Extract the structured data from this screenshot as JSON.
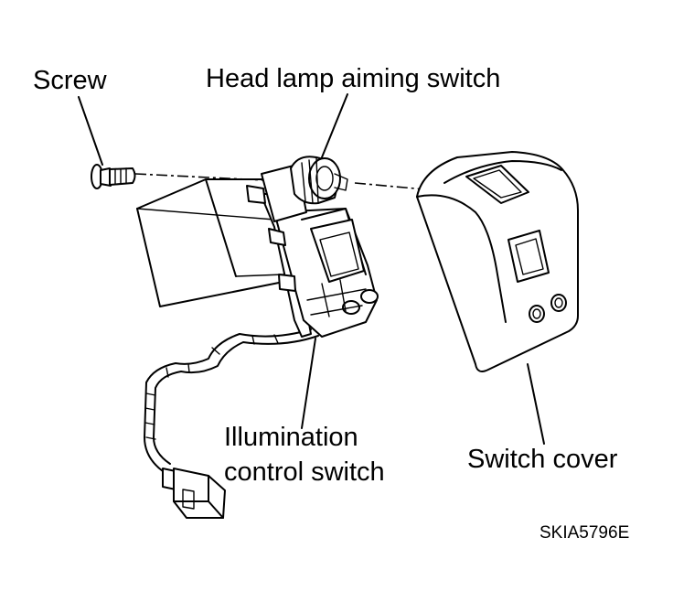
{
  "labels": {
    "screw": "Screw",
    "head_lamp_aiming_switch": "Head lamp aiming switch",
    "illumination_line1": "Illumination",
    "illumination_line2": "control switch",
    "switch_cover": "Switch cover"
  },
  "figure_code": "SKIA5796E"
}
